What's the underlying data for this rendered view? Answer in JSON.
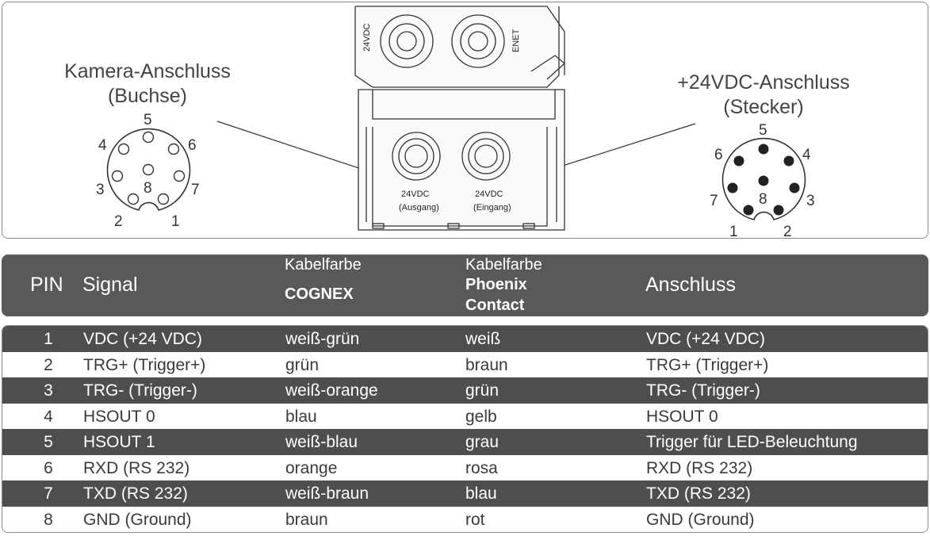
{
  "diagram": {
    "camera": {
      "title_line1": "Kamera-Anschluss",
      "title_line2": "(Buchse)",
      "pins": [
        "1",
        "2",
        "3",
        "4",
        "5",
        "6",
        "7",
        "8"
      ]
    },
    "power": {
      "title_line1": "+24VDC-Anschluss",
      "title_line2": "(Stecker)",
      "pins": [
        "1",
        "2",
        "3",
        "4",
        "5",
        "6",
        "7",
        "8"
      ]
    },
    "device": {
      "top_left_label": "24VDC",
      "top_right_label": "ENET",
      "out_label": "24VDC",
      "out_sub": "(Ausgang)",
      "in_label": "24VDC",
      "in_sub": "(Eingang)"
    }
  },
  "table": {
    "headers": {
      "pin": "PIN",
      "signal": "Signal",
      "cognex_top": "Kabelfarbe",
      "cognex_bold": "COGNEX",
      "phoenix_top": "Kabelfarbe",
      "phoenix_bold1": "Phoenix",
      "phoenix_bold2": "Contact",
      "anschluss": "Anschluss"
    },
    "rows": [
      {
        "pin": "1",
        "signal": "VDC (+24 VDC)",
        "cognex": "weiß-grün",
        "phoenix": "weiß",
        "anschluss": "VDC (+24 VDC)"
      },
      {
        "pin": "2",
        "signal": "TRG+ (Trigger+)",
        "cognex": "grün",
        "phoenix": "braun",
        "anschluss": "TRG+ (Trigger+)"
      },
      {
        "pin": "3",
        "signal": "TRG- (Trigger-)",
        "cognex": "weiß-orange",
        "phoenix": "grün",
        "anschluss": "TRG- (Trigger-)"
      },
      {
        "pin": "4",
        "signal": "HSOUT 0",
        "cognex": "blau",
        "phoenix": "gelb",
        "anschluss": "HSOUT 0"
      },
      {
        "pin": "5",
        "signal": "HSOUT 1",
        "cognex": "weiß-blau",
        "phoenix": "grau",
        "anschluss": "Trigger für LED-Beleuchtung"
      },
      {
        "pin": "6",
        "signal": "RXD (RS 232)",
        "cognex": "orange",
        "phoenix": "rosa",
        "anschluss": "RXD (RS 232)"
      },
      {
        "pin": "7",
        "signal": "TXD (RS 232)",
        "cognex": "weiß-braun",
        "phoenix": "blau",
        "anschluss": "TXD (RS 232)"
      },
      {
        "pin": "8",
        "signal": "GND (Ground)",
        "cognex": "braun",
        "phoenix": "rot",
        "anschluss": "GND (Ground)"
      }
    ]
  },
  "colors": {
    "header_bg": "#595959",
    "dark_row": "#4e4e4e",
    "light_row": "#ffffff"
  }
}
